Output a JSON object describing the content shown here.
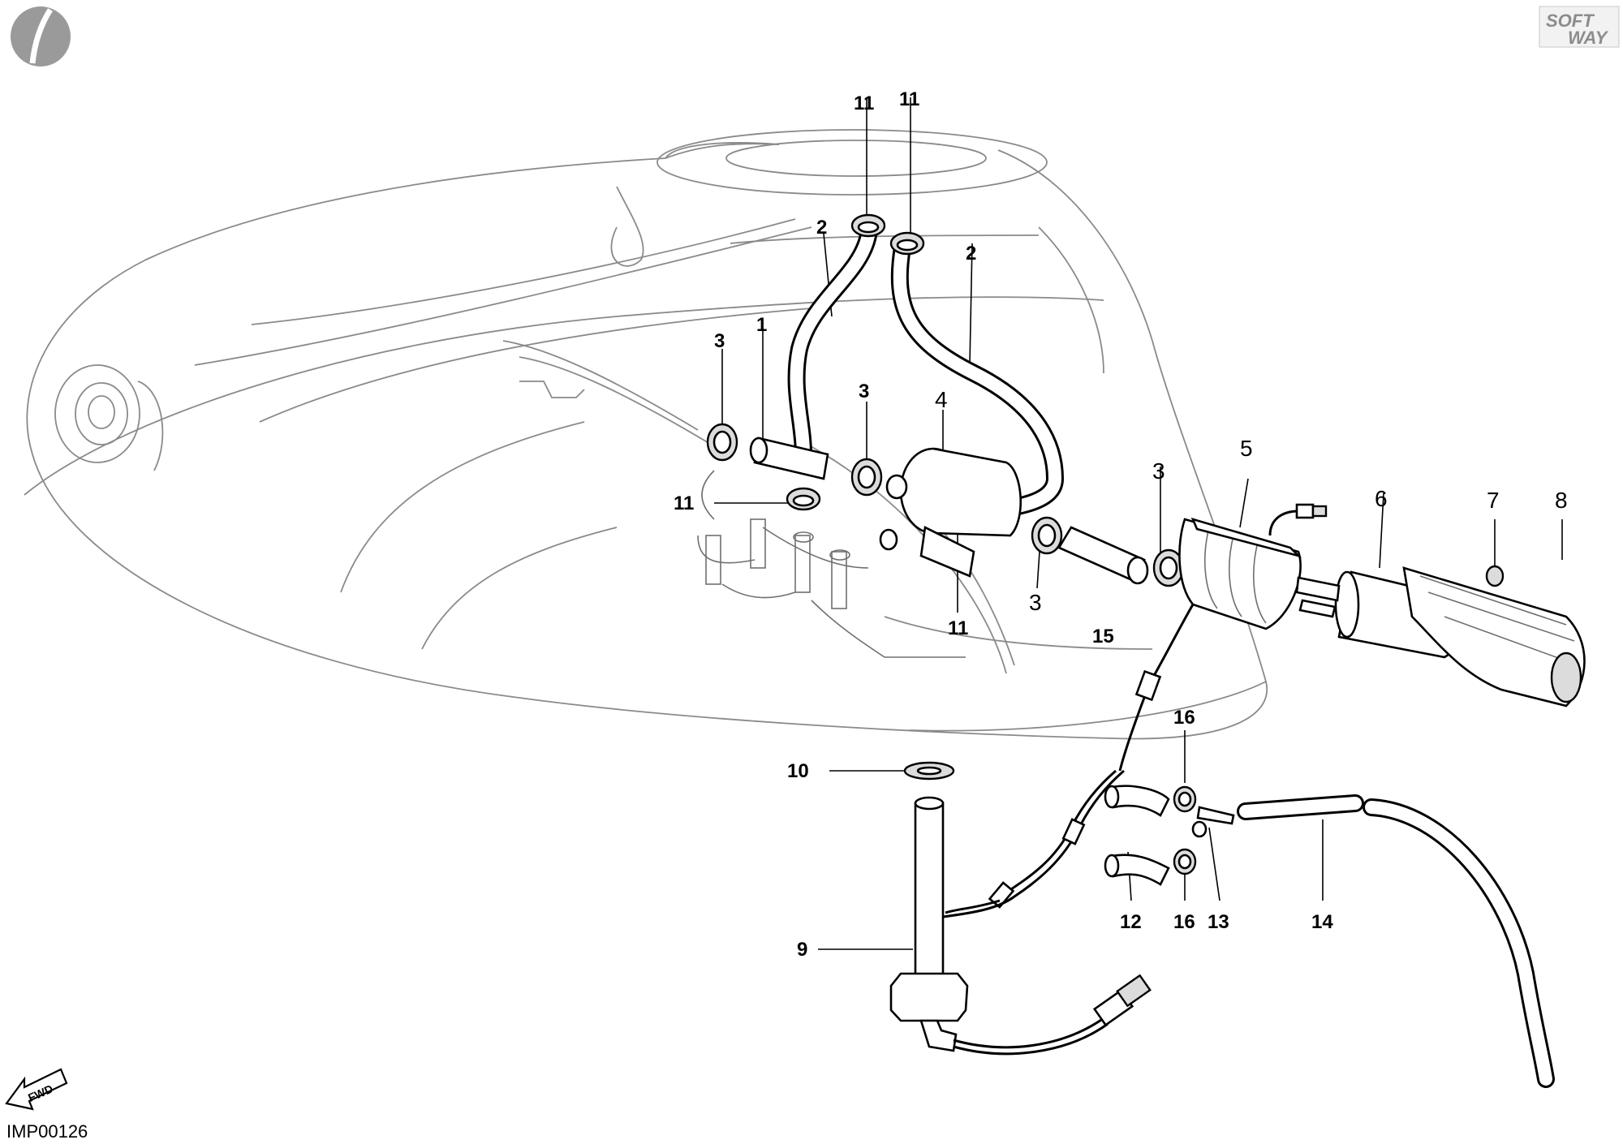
{
  "diagram": {
    "drawing_code": "IMP00126",
    "brand_mark_line1": "SOFT",
    "brand_mark_line2": "WAY",
    "fwd_label": "FWD"
  },
  "callouts": [
    {
      "id": "c11a",
      "label": "11"
    },
    {
      "id": "c11b",
      "label": "11"
    },
    {
      "id": "c2a",
      "label": "2"
    },
    {
      "id": "c2b",
      "label": "2"
    },
    {
      "id": "c3a",
      "label": "3"
    },
    {
      "id": "c1",
      "label": "1"
    },
    {
      "id": "c3b",
      "label": "3"
    },
    {
      "id": "c4",
      "label": "4"
    },
    {
      "id": "c11c",
      "label": "11"
    },
    {
      "id": "c11d",
      "label": "11"
    },
    {
      "id": "c3c",
      "label": "3"
    },
    {
      "id": "c3d",
      "label": "3"
    },
    {
      "id": "c15",
      "label": "15"
    },
    {
      "id": "c5",
      "label": "5"
    },
    {
      "id": "c6",
      "label": "6"
    },
    {
      "id": "c7",
      "label": "7"
    },
    {
      "id": "c8",
      "label": "8"
    },
    {
      "id": "c16a",
      "label": "16"
    },
    {
      "id": "c10",
      "label": "10"
    },
    {
      "id": "c12",
      "label": "12"
    },
    {
      "id": "c16b",
      "label": "16"
    },
    {
      "id": "c13",
      "label": "13"
    },
    {
      "id": "c14",
      "label": "14"
    },
    {
      "id": "c9",
      "label": "9"
    }
  ]
}
